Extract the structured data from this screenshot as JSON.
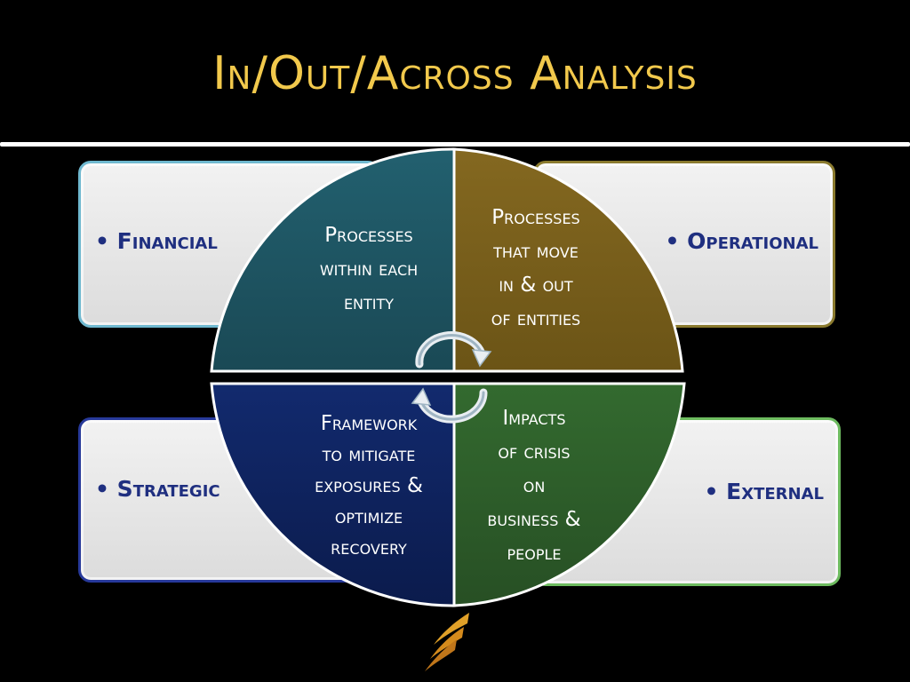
{
  "title": "In/Out/Across Analysis",
  "colors": {
    "background": "#000000",
    "title": "#f2c94c",
    "rule": "#ffffff",
    "box_text": "#1f2f80",
    "financial_border": "#6fb8cf",
    "operational_border": "#8a7a2e",
    "strategic_border": "#27399a",
    "external_border": "#6dbb5f",
    "q_teal": "#1f5562",
    "q_olive": "#7a601b",
    "q_navy": "#0f2460",
    "q_green": "#2f5e2b",
    "divider": "#ffffff"
  },
  "categories": {
    "financial": "• Financial",
    "operational": "• Operational",
    "strategic": "• Strategic",
    "external": "• External"
  },
  "quadrants": {
    "top_left": [
      "Processes",
      "within each",
      "entity"
    ],
    "top_right": [
      "Processes",
      "that move",
      "in & out",
      "of entities"
    ],
    "bottom_left": [
      "Framework",
      "to mitigate",
      "exposures &",
      "optimize",
      "recovery"
    ],
    "bottom_right": [
      "Impacts",
      "of crisis",
      "on",
      "business &",
      "people"
    ]
  },
  "icons": [
    "cycle-arrows-icon",
    "decorative-flourish-icon"
  ]
}
